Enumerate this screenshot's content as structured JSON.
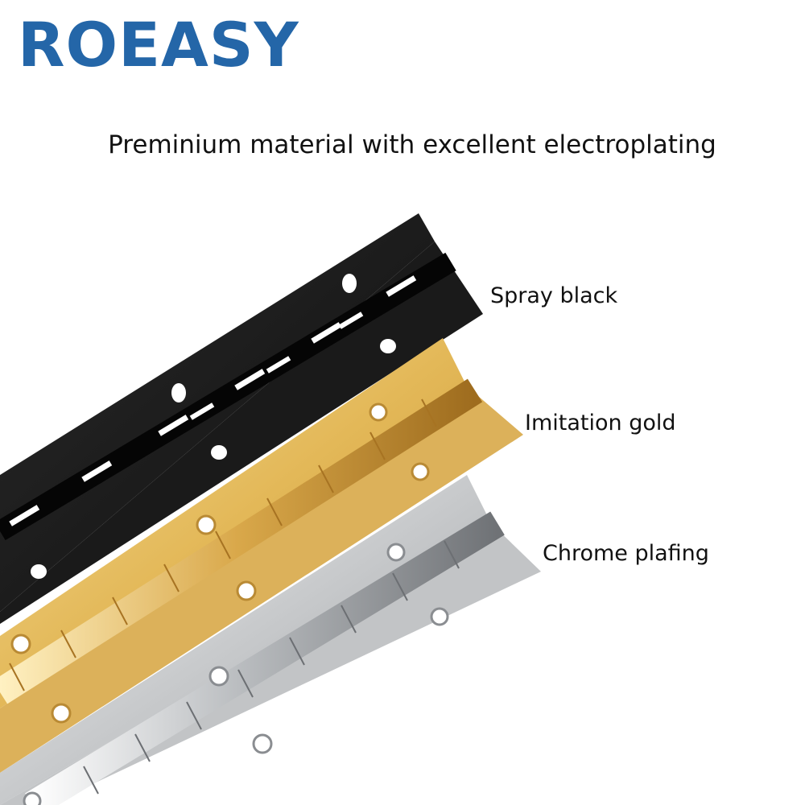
{
  "brand": {
    "name": "ROEASY",
    "color": "#2466a8"
  },
  "headline": "Preminium material with excellent electroplating",
  "finishes": [
    {
      "label": "Spray black",
      "colors": {
        "leaf": "#151515",
        "highlight": "#3a3a3a",
        "knuckle": "#0b0b0b"
      }
    },
    {
      "label": "Imitation gold",
      "colors": {
        "leaf": "#e6bf62",
        "highlight": "#f7e3a0",
        "knuckle": "#c9952f"
      }
    },
    {
      "label": "Chrome plafing",
      "colors": {
        "leaf": "#c9cbcd",
        "highlight": "#f2f3f4",
        "knuckle": "#8e9194"
      }
    }
  ]
}
